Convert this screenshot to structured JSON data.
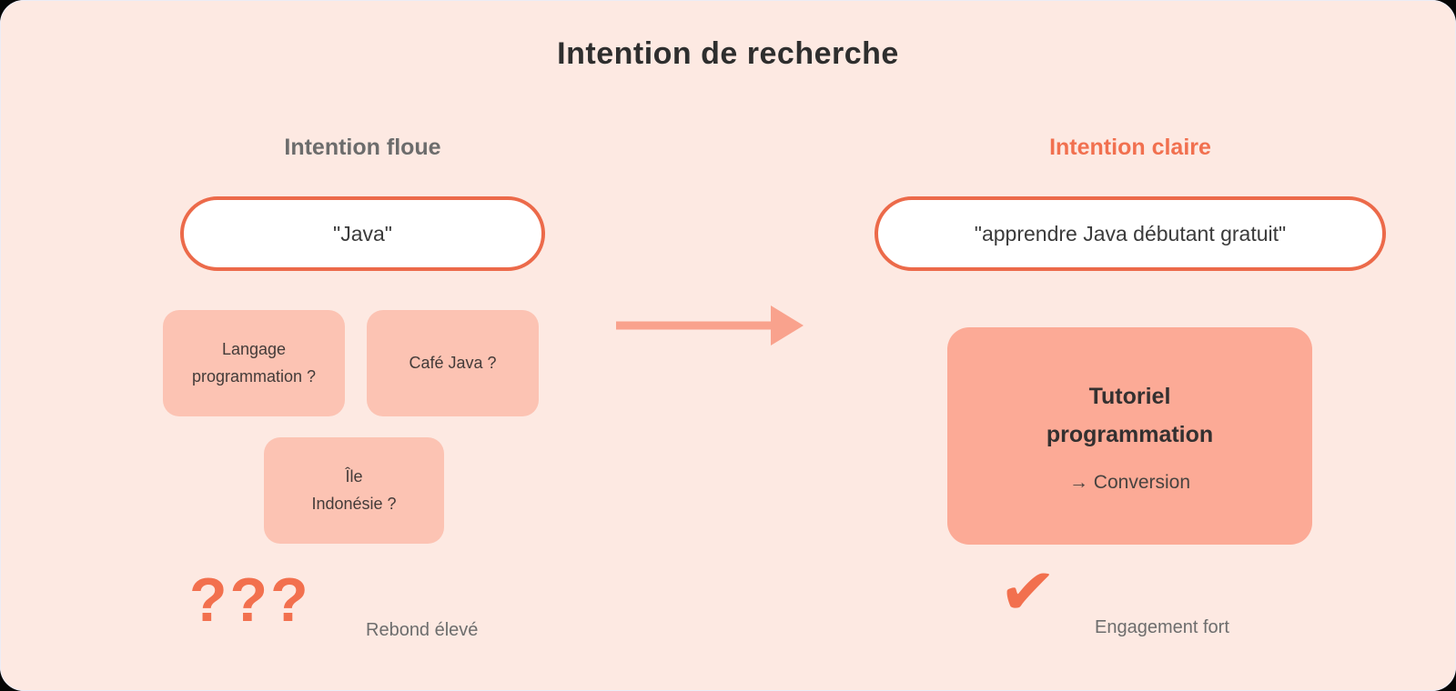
{
  "title": "Intention de recherche",
  "left_column": {
    "heading": "Intention floue",
    "query": "\"Java\"",
    "ambiguity_boxes": [
      {
        "label": "Langage\nprogrammation ?"
      },
      {
        "label": "Café Java ?"
      },
      {
        "label": "Île\nIndonésie ?"
      }
    ],
    "question_marks": "???",
    "outcome": "Rebond élevé"
  },
  "right_column": {
    "heading": "Intention claire",
    "query": "\"apprendre Java débutant gratuit\"",
    "result_box": {
      "title": "Tutoriel\nprogrammation",
      "subtitle": "→ Conversion"
    },
    "outcome": "Engagement fort"
  },
  "icons": {
    "check": "✔",
    "arrow": "→"
  },
  "colors": {
    "background": "#fde9e2",
    "accent_orange": "#ec6a4a",
    "orange_text": "#f2704e",
    "salmon_light": "#fcc3b3",
    "salmon_mid": "#fcaa96",
    "dark_text": "#2e2e2e",
    "gray_text": "#6d6d6d"
  }
}
